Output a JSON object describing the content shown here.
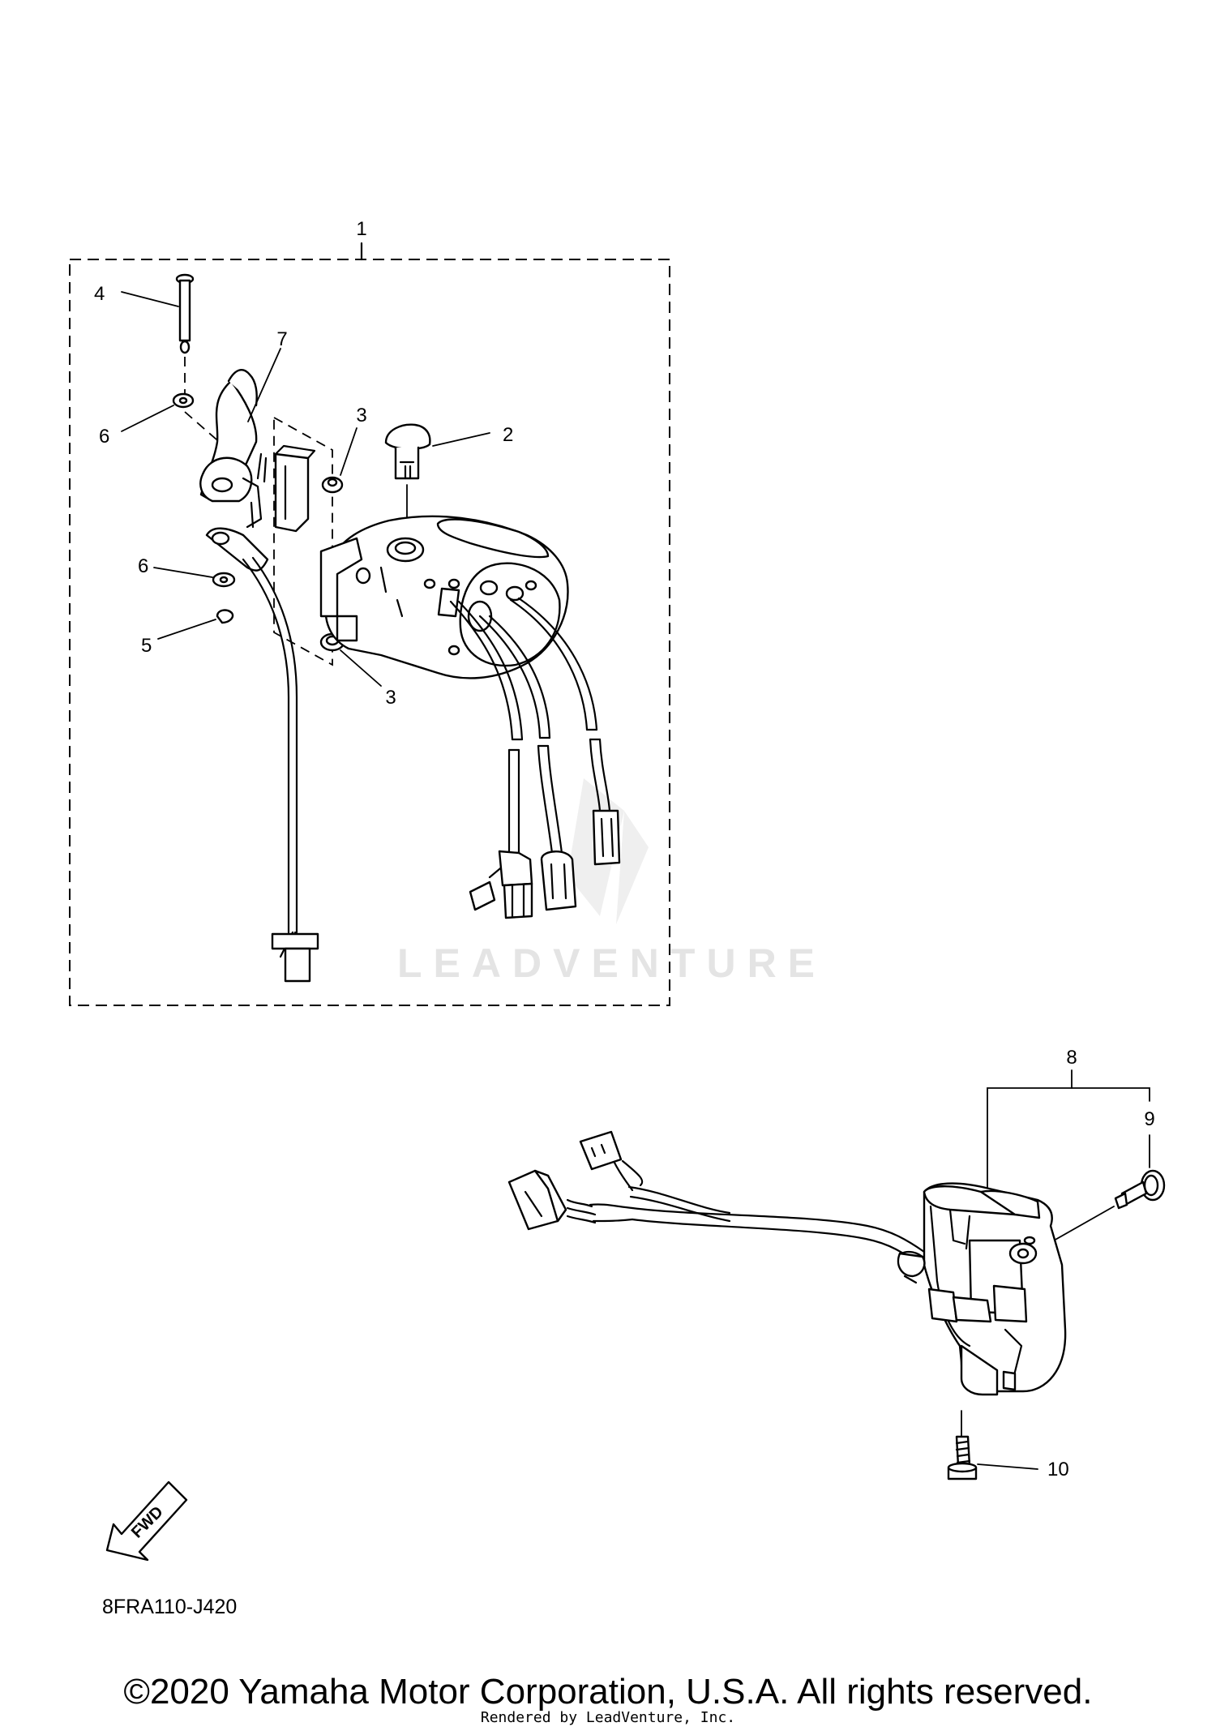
{
  "callouts": {
    "c1": "1",
    "c2": "2",
    "c3a": "3",
    "c3b": "3",
    "c4": "4",
    "c5": "5",
    "c6a": "6",
    "c6b": "6",
    "c7": "7",
    "c8": "8",
    "c9": "9",
    "c10": "10"
  },
  "fwd_label": "FWD",
  "diagram_code": "8FRA110-J420",
  "watermark": "LEADVENTURE",
  "copyright": "©2020 Yamaha Motor Corporation, U.S.A. All rights reserved.",
  "rendered_by": "Rendered by LeadVenture, Inc."
}
